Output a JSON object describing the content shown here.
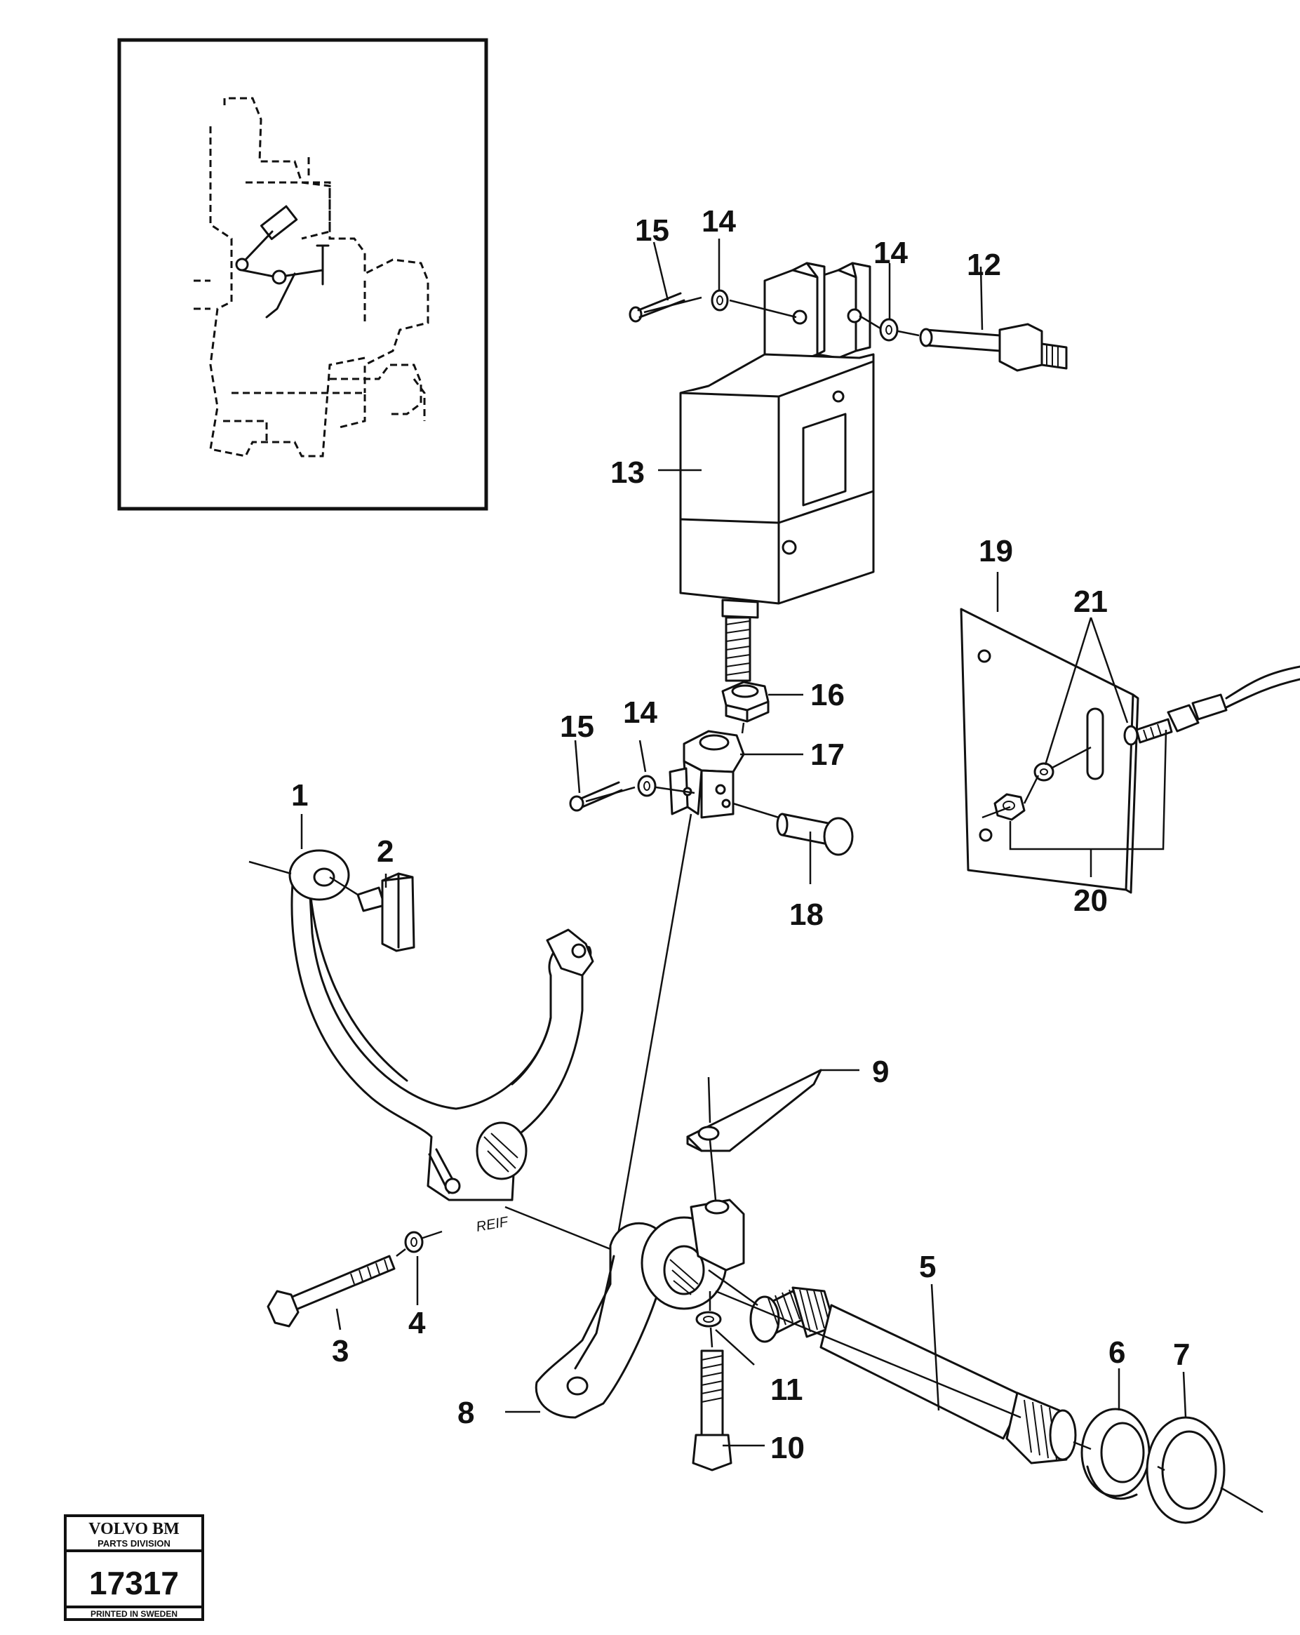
{
  "callouts": {
    "c1": "1",
    "c2": "2",
    "c3": "3",
    "c4": "4",
    "c5": "5",
    "c6": "6",
    "c7": "7",
    "c8": "8",
    "c9": "9",
    "c10": "10",
    "c11": "11",
    "c12": "12",
    "c13": "13",
    "c14a": "14",
    "c14b": "14",
    "c14c": "14",
    "c15a": "15",
    "c15b": "15",
    "c16": "16",
    "c17": "17",
    "c18": "18",
    "c19": "19",
    "c20": "20",
    "c21": "21"
  },
  "fork_marking": "REIF",
  "stamp": {
    "brand": "VOLVO BM",
    "division": "PARTS DIVISION",
    "number": "17317",
    "footer": "PRINTED IN SWEDEN"
  }
}
